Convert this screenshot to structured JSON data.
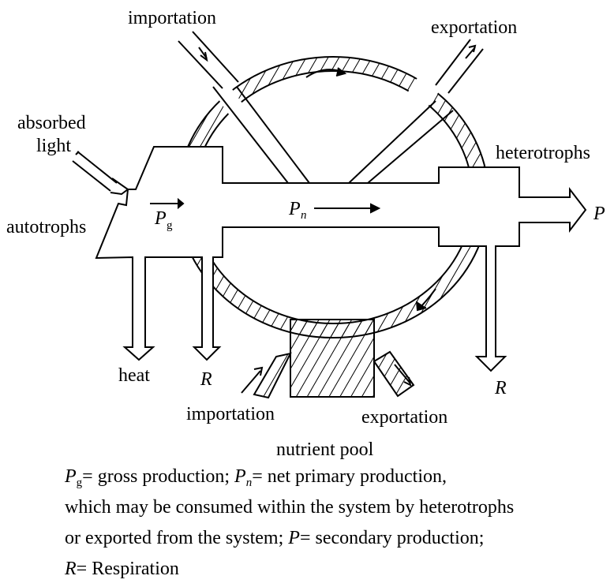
{
  "labels": {
    "importation_top": "importation",
    "exportation_top": "exportation",
    "absorbed_light_1": "absorbed",
    "absorbed_light_2": "light",
    "heterotrophs": "heterotrophs",
    "autotrophs": "autotrophs",
    "pg_main": "P",
    "pg_sub": "g",
    "pn_main": "P",
    "pn_sub": "n",
    "p_out": "P",
    "heat": "heat",
    "r_left": "R",
    "r_right": "R",
    "importation_bottom": "importation",
    "exportation_bottom": "exportation",
    "nutrient_pool": "nutrient pool"
  },
  "caption": {
    "pg_var": "P",
    "pg_sub": "g",
    "pg_def": "= gross production;",
    "pn_var": "P",
    "pn_sub": "n",
    "pn_def": "= net primary production,",
    "line2": "which may be consumed within the system by heterotrophs",
    "line3a": "or exported from the system;",
    "p_var": "P",
    "p_def": "= secondary production;",
    "r_var": "R",
    "r_def": "= Respiration"
  }
}
